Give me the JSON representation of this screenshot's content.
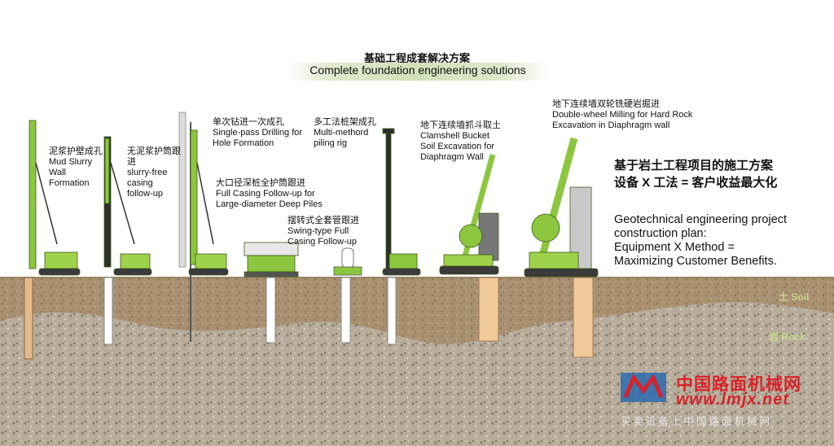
{
  "header": {
    "title_cn": "基础工程成套解决方案",
    "title_en": "Complete foundation engineering solutions"
  },
  "methods": [
    {
      "text": "泥浆护壁成孔\nMud Slurry\nWall\nFormation"
    },
    {
      "text": "无泥浆护筒跟\n进\nslurry-free\ncasing\nfollow-up"
    },
    {
      "text": "单次钻进一次成孔\nSingle-pass Drilling for\nHole Formation"
    },
    {
      "text": "大口径深桩全护筒跟进\nFull Casing Follow-up for\nLarge-diameter Deep Piles"
    },
    {
      "text": "多工法桩架成孔\nMulti-methord\npiling rig"
    },
    {
      "text": "摆转式全套管跟进\nSwing-type Full\nCasing Follow-up"
    },
    {
      "text": "地下连续墙抓斗取土\nClamshell Bucket\nSoil Excavation for\nDiaphragm Wall"
    },
    {
      "text": "地下连续墙双轮铣硬岩掘进\nDouble-wheel Milling for Hard Rock\nExcavation in Diaphragm wall"
    }
  ],
  "plan": {
    "cn": "基于岩土工程项目的施工方案\n设备 X 工法 = 客户收益最大化",
    "en": "Geotechnical engineering project\nconstruction plan:\n Equipment X Method =\nMaximizing Customer Benefits."
  },
  "layers": {
    "soil": "土 Soil",
    "rock": "岩 Rock"
  },
  "watermark": {
    "cn": "中国路面机械网",
    "en": "www.lmjx.net",
    "sub": "买卖设备上中国路面机械网"
  },
  "colors": {
    "machine_green": "#8cc63f",
    "soil": "#a58e6d",
    "rock": "#b9ad9c",
    "watermark_red": "#d5232a"
  }
}
